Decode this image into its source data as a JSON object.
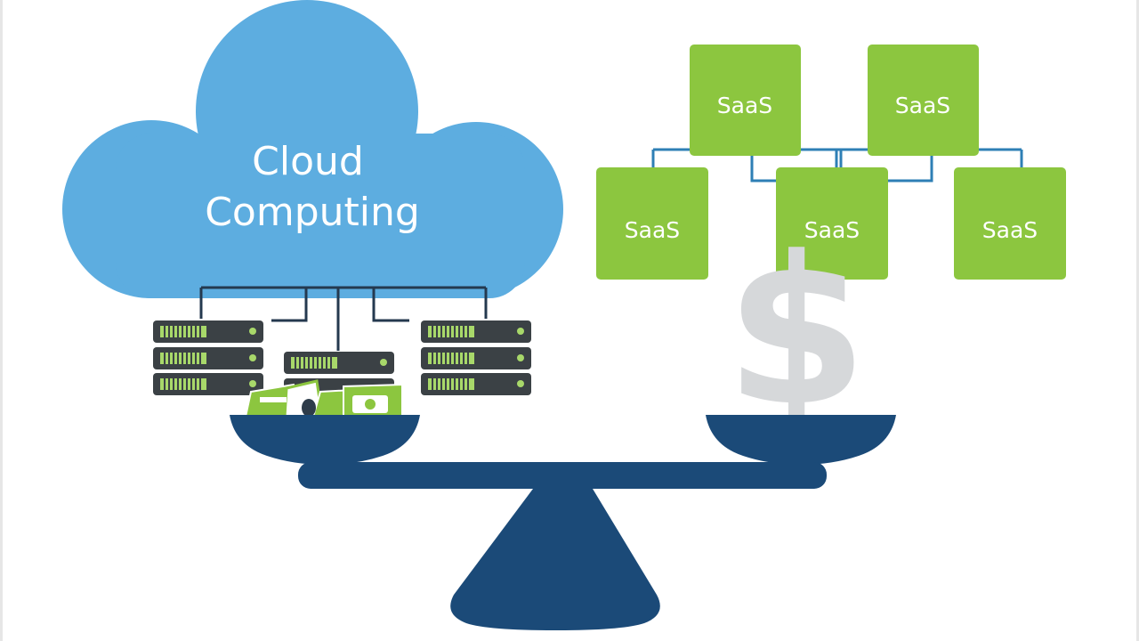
{
  "cloud": {
    "line1": "Cloud",
    "line2": "Computing"
  },
  "saas_boxes": [
    {
      "label": "SaaS"
    },
    {
      "label": "SaaS"
    },
    {
      "label": "SaaS"
    },
    {
      "label": "SaaS"
    },
    {
      "label": "SaaS"
    }
  ],
  "currency_symbol": "$",
  "colors": {
    "cloud": "#5dade0",
    "saas_green": "#8cc63f",
    "connector": "#2e7fb5",
    "scale_navy": "#1b4a78",
    "server_dark": "#3b4145",
    "server_led": "#a8d86a",
    "dollar_gray": "#d6d8da"
  },
  "icons": {
    "cloud": "cloud-icon",
    "server": "server-rack-icon",
    "money": "money-icon",
    "scale": "balance-scale-icon"
  }
}
